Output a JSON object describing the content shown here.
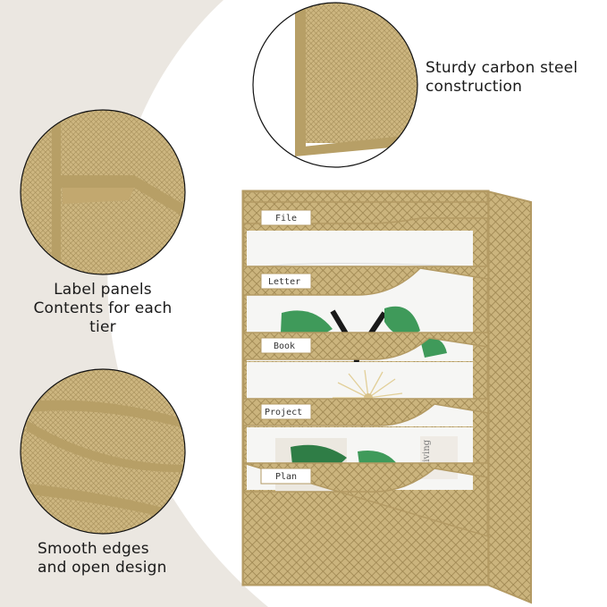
{
  "captions": {
    "steel": [
      "Sturdy carbon steel",
      "construction"
    ],
    "label": [
      "Label panels",
      "Contents for each tier"
    ],
    "edges": [
      "Smooth edges",
      "and open design"
    ]
  },
  "tier_labels": [
    "File",
    "Letter",
    "Book",
    "Project",
    "Plan"
  ],
  "colors": {
    "background_curve": "#ebe7e1",
    "metal_gold": "#c9b27a",
    "metal_dark": "#a58d56",
    "paper": "#f6f6f4",
    "leaf_green": "#3f9a5a"
  },
  "icons": [
    "mesh-detail-zoom-circle",
    "leaf-print",
    "flower-print"
  ]
}
